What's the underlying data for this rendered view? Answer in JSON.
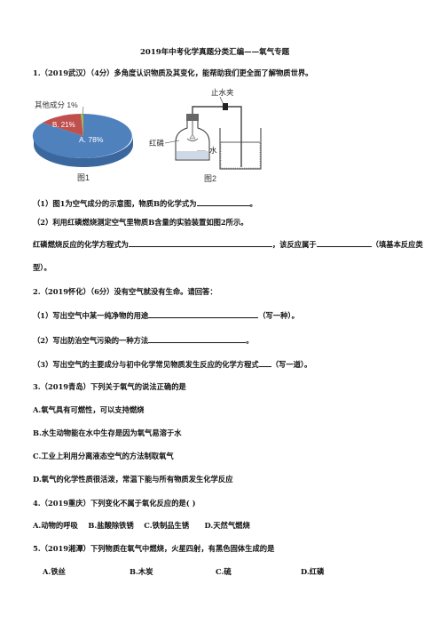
{
  "title": "2019年中考化学真题分类汇编——氧气专题",
  "q1": {
    "stem": "1.（2019武汉）（4分）多角度认识物质及其变化，能帮助我们更全面了解物质世界。",
    "fig1": {
      "caption": "图1",
      "slices": [
        {
          "label": "A. 78%",
          "value": 78,
          "color": "#4f81bd"
        },
        {
          "label": "B. 21%",
          "value": 21,
          "color": "#c0504d"
        },
        {
          "label": "其他成分 1%",
          "value": 1,
          "color": "#9bbb59"
        }
      ]
    },
    "fig2": {
      "caption": "图2",
      "label_clamp": "止水夹",
      "label_phosphorus": "红磷",
      "label_water": "水"
    },
    "sub1_a": "（1）图1为空气成分的示意图，物质B的化学式为",
    "sub1_b": "。",
    "sub2": "（2）利用红磷燃烧测定空气里物质B含量的实验装置如图2所示。",
    "line3_a": "红磷燃烧反应的化学方程式为",
    "line3_b": "，该反应属于",
    "line3_c": "（填基本反应类",
    "line4": "型）。"
  },
  "q2": {
    "stem": "2.（2019怀化）（6分）没有空气就没有生命。请回答：",
    "s1_a": "（1）写出空气中某一纯净物的用途",
    "s1_b": "（写一种）。",
    "s2_a": "（2）写出防治空气污染的一种方法",
    "s2_b": "。",
    "s3_a": "（3）写出空气的主要成分与初中化学常见物质发生反应的化学方程式",
    "s3_b": "（写一道）。"
  },
  "q3": {
    "stem": "3.（2019青岛）下列关于氧气的说法正确的是",
    "a": "A.氧气具有可燃性，可以支持燃烧",
    "b": "B.水生动物能在水中生存是因为氧气易溶于水",
    "c": "C.工业上利用分离液态空气的方法制取氧气",
    "d": "D.氧气的化学性质很活泼，常温下能与所有物质发生化学反应"
  },
  "q4": {
    "stem": "4.（2019重庆）下列变化不属于氧化反应的是(    )",
    "opts": "A.动物的呼吸    B.盐酸除铁锈    C.铁制品生锈      D.天然气燃烧"
  },
  "q5": {
    "stem": "5.（2019湘潭）下列物质在氧气中燃烧，火星四射，有黑色固体生成的是",
    "a": "A.铁丝",
    "b": "B.木炭",
    "c": "C.硫",
    "d": "D.红磷"
  }
}
